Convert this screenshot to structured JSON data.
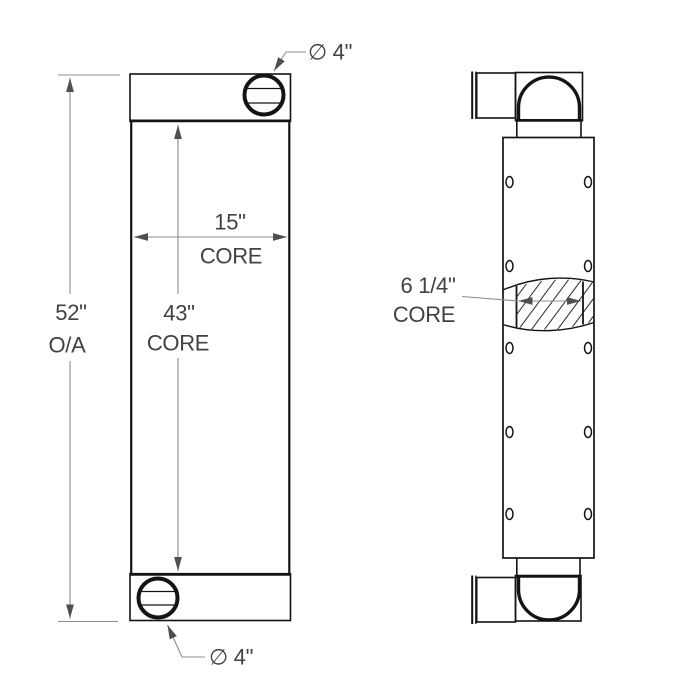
{
  "drawing": {
    "type": "technical-orthographic-drawing",
    "views": [
      "front",
      "side"
    ],
    "colors": {
      "background": "#ffffff",
      "object_line": "#141414",
      "dimension_line": "#8c8c8c",
      "arrowhead": "#4f4f4f",
      "text": "#3e4347"
    }
  },
  "front_view": {
    "overall_height": "52\"",
    "overall_height_qualifier": "O/A",
    "core_height": "43\"",
    "core_height_qualifier": "CORE",
    "core_width": "15\"",
    "core_width_qualifier": "CORE",
    "top_port_diameter": "∅ 4\"",
    "bottom_port_diameter": "∅ 4\""
  },
  "side_view": {
    "core_depth": "6 1/4\"",
    "core_depth_qualifier": "CORE"
  }
}
